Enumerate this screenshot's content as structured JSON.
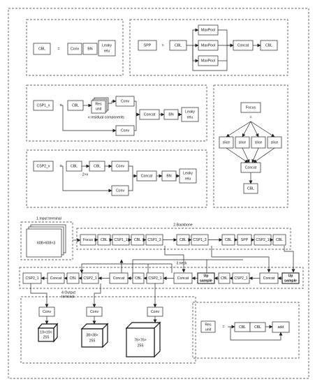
{
  "cbl_def": {
    "cbl": "CBL",
    "eq": "=",
    "conv": "Conv",
    "bn": "BN",
    "leaky1": "Leaky",
    "leaky2": "relu"
  },
  "spp_def": {
    "spp": "SPP",
    "eq": "=",
    "cbl": "CBL",
    "maxpool": "MaxPool",
    "concat": "Concat",
    "cbl2": "CBL"
  },
  "csp1_def": {
    "title": "CSP1_x",
    "eq": "=",
    "cbl": "CBL",
    "res1": "Res",
    "res2": "unit",
    "conv": "Conv",
    "note": "x residual components",
    "concat": "Concat",
    "bn": "BN",
    "leaky1": "Leaky",
    "leaky2": "relu"
  },
  "csp2_def": {
    "title": "CSP2_x",
    "eq": "=",
    "cbl": "CBL",
    "mult": "2×x",
    "conv": "Conv",
    "concat": "Concat",
    "bn": "BN",
    "leaky1": "Leaky",
    "leaky2": "relu"
  },
  "focus_def": {
    "focus": "Focus",
    "eq": "=",
    "slice": "slice",
    "concat": "Concat",
    "cbl": "CBL"
  },
  "input": {
    "title": "1.Input terminal",
    "size": "608×608×3"
  },
  "backbone": {
    "title": "2.Backbone",
    "blocks": [
      "Focus",
      "CBL",
      "CSP1_1",
      "CBL",
      "CSP1_3",
      "CBL",
      "CSP1_3",
      "CBL",
      "SPP",
      "CSP2_1",
      "CBL"
    ]
  },
  "neck": {
    "title": "3.neck",
    "blocks": [
      "CSP2_1",
      "Concat",
      "CBL",
      "CSP2_1",
      "Concat",
      "CBL",
      "CSP2_1",
      "Concat",
      "Up sample",
      "CBL",
      "CSP2_1",
      "Concat",
      "Up sample"
    ]
  },
  "output": {
    "title1": "4.Output",
    "title2": "terminal",
    "conv": "Conv",
    "sizes": [
      {
        "l1": "19×19×",
        "l2": "255"
      },
      {
        "l1": "38×38×",
        "l2": "255"
      },
      {
        "l1": "76×76×",
        "l2": "255"
      }
    ]
  },
  "res_def": {
    "res1": "Res",
    "res2": "unit",
    "eq": "=",
    "cbl": "CBL",
    "add": "add"
  }
}
